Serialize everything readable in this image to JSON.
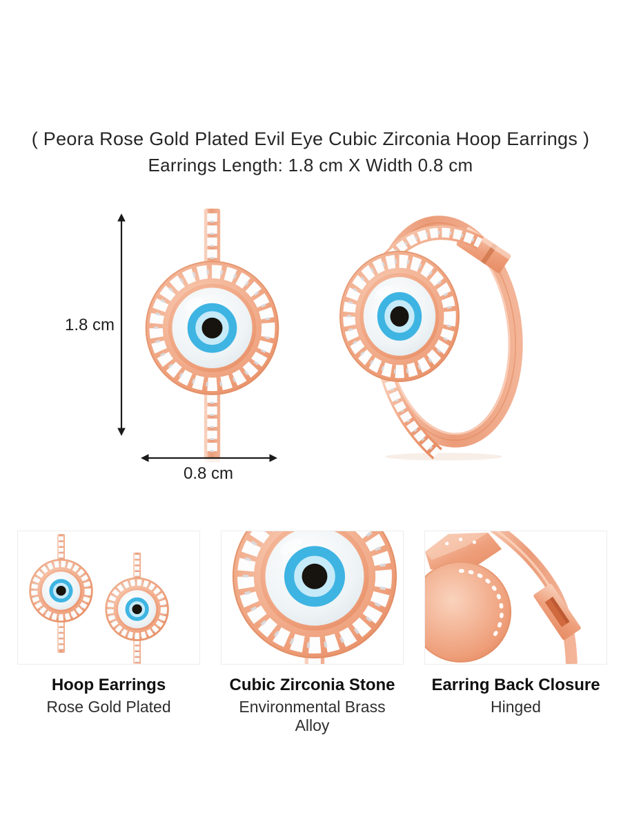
{
  "header": {
    "title": "( Peora Rose Gold Plated Evil Eye Cubic Zirconia Hoop Earrings )",
    "dimensions": "Earrings Length: 1.8 cm X Width 0.8 cm"
  },
  "showcase": {
    "length_label": "1.8 cm",
    "width_label": "0.8 cm"
  },
  "features": [
    {
      "title": "Hoop Earrings",
      "subtitle": "Rose Gold Plated"
    },
    {
      "title": "Cubic Zirconia Stone",
      "subtitle": "Environmental Brass Alloy"
    },
    {
      "title": "Earring Back Closure",
      "subtitle": "Hinged"
    }
  ],
  "colors": {
    "rose_gold": "#EC9F7E",
    "rose_gold_light": "#F7C6AE",
    "cz_stone": "#FCFCFD",
    "eye_blue": "#3EB4E2",
    "eye_pearl": "#EEF3F5",
    "eye_pupil": "#17130F",
    "text": "#232323",
    "background": "#FFFFFF"
  }
}
